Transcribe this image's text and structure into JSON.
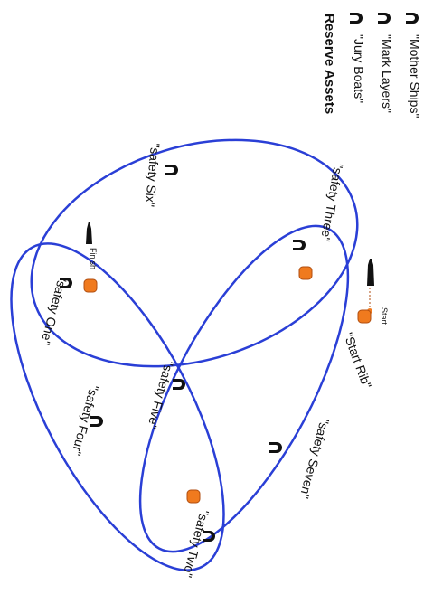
{
  "legend": {
    "title": "Reserve Assets",
    "items": [
      {
        "label": "\"Jury Boats\"",
        "icon": "boat-icon"
      },
      {
        "label": "\"Mark Layers\"",
        "icon": "boat-icon"
      },
      {
        "label": "\"Mother Ships\"",
        "icon": "boat-icon"
      }
    ]
  },
  "zones": [
    {
      "label": "\"safety One\""
    },
    {
      "label": "\"safety Two\""
    },
    {
      "label": "\"safety Three\""
    },
    {
      "label": "\"safety Four\""
    },
    {
      "label": "\"safety Five\""
    },
    {
      "label": "\"safety Six\""
    },
    {
      "label": "\"safety Seven\""
    }
  ],
  "marks": {
    "finish": "Finish",
    "start": "Start",
    "start_rib": "\"Start Rib\""
  },
  "colors": {
    "ellipse": "#2a3fd6",
    "buoy": "#f07a1e",
    "boat": "#111111"
  }
}
